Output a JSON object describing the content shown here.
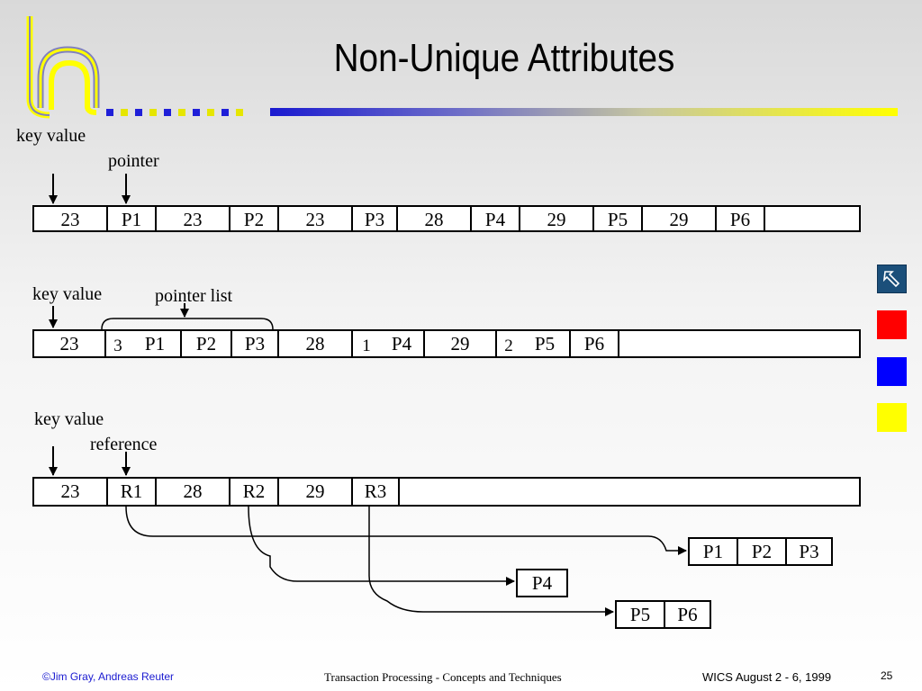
{
  "title": "Non-Unique Attributes",
  "section1": {
    "label_key": "key value",
    "label_ptr": "pointer",
    "cells": [
      "23",
      "P1",
      "23",
      "P2",
      "23",
      "P3",
      "28",
      "P4",
      "29",
      "P5",
      "29",
      "P6"
    ]
  },
  "section2": {
    "label_key": "key value",
    "label_ptr": "pointer list",
    "cells": [
      "23",
      "3",
      "P1",
      "P2",
      "P3",
      "28",
      "1",
      "P4",
      "29",
      "2",
      "P5",
      "P6"
    ]
  },
  "section3": {
    "label_key": "key value",
    "label_ref": "reference",
    "cells": [
      "23",
      "R1",
      "28",
      "R2",
      "29",
      "R3"
    ],
    "lists": [
      [
        "P1",
        "P2",
        "P3"
      ],
      [
        "P4"
      ],
      [
        "P5",
        "P6"
      ]
    ]
  },
  "footer": {
    "left": "©Jim Gray, Andreas Reuter",
    "middle": "Transaction Processing - Concepts and Techniques",
    "right": "WICS August 2 - 6, 1999",
    "page": "25"
  },
  "colors": {
    "nav": "#1b4f7a",
    "red": "#ff0000",
    "blue": "#0000ff",
    "yellow": "#ffff00"
  },
  "icons": [
    "logo-icon",
    "return-arrow-icon"
  ]
}
